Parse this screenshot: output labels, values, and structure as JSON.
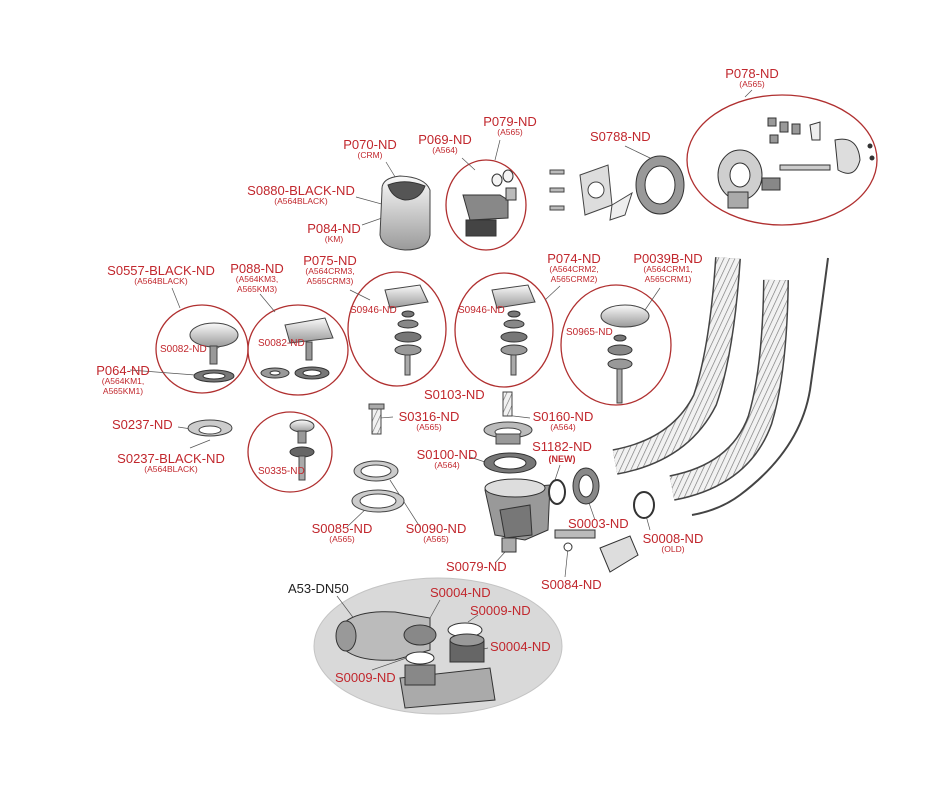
{
  "colors": {
    "label": "#c1272d",
    "outline": "#b03030",
    "part": "#444444",
    "assembly_bg": "#d9d9d9"
  },
  "parts": {
    "p078": {
      "code": "P078-ND",
      "sub": "(A565)"
    },
    "p079": {
      "code": "P079-ND",
      "sub": "(A565)"
    },
    "p069": {
      "code": "P069-ND",
      "sub": "(A564)"
    },
    "p070": {
      "code": "P070-ND",
      "sub": "(CRM)"
    },
    "s0880": {
      "code": "S0880-BLACK-ND",
      "sub": "(A564BLACK)"
    },
    "p084": {
      "code": "P084-ND",
      "sub": "(KM)"
    },
    "s0788": {
      "code": "S0788-ND"
    },
    "s0557": {
      "code": "S0557-BLACK-ND",
      "sub": "(A564BLACK)"
    },
    "p088": {
      "code": "P088-ND",
      "sub": "(A564KM3,\nA565KM3)"
    },
    "p075": {
      "code": "P075-ND",
      "sub": "(A564CRM3,\nA565CRM3)"
    },
    "p074": {
      "code": "P074-ND",
      "sub": "(A564CRM2,\nA565CRM2)"
    },
    "p0039b": {
      "code": "P0039B-ND",
      "sub": "(A564CRM1,\nA565CRM1)"
    },
    "s0082a": {
      "code": "S0082-ND"
    },
    "s0082b": {
      "code": "S0082-ND"
    },
    "s0946a": {
      "code": "S0946-ND"
    },
    "s0946b": {
      "code": "S0946-ND"
    },
    "s0965": {
      "code": "S0965-ND"
    },
    "p064": {
      "code": "P064-ND",
      "sub": "(A564KM1,\nA565KM1)"
    },
    "s0103": {
      "code": "S0103-ND"
    },
    "s0316": {
      "code": "S0316-ND",
      "sub": "(A565)"
    },
    "s0160": {
      "code": "S0160-ND",
      "sub": "(A564)"
    },
    "s0237": {
      "code": "S0237-ND"
    },
    "s0237b": {
      "code": "S0237-BLACK-ND",
      "sub": "(A564BLACK)"
    },
    "s0335": {
      "code": "S0335-ND"
    },
    "s0100": {
      "code": "S0100-ND",
      "sub": "(A564)"
    },
    "s1182": {
      "code": "S1182-ND",
      "note": "(NEW)"
    },
    "s0003": {
      "code": "S0003-ND"
    },
    "s0008": {
      "code": "S0008-ND",
      "sub": "(OLD)"
    },
    "s0085": {
      "code": "S0085-ND",
      "sub": "(A565)"
    },
    "s0090": {
      "code": "S0090-ND",
      "sub": "(A565)"
    },
    "s0079": {
      "code": "S0079-ND"
    },
    "s0084": {
      "code": "S0084-ND"
    },
    "a53": {
      "code": "A53-DN50"
    },
    "s0004a": {
      "code": "S0004-ND"
    },
    "s0009a": {
      "code": "S0009-ND"
    },
    "s0004b": {
      "code": "S0004-ND"
    },
    "s0009b": {
      "code": "S0009-ND"
    }
  }
}
